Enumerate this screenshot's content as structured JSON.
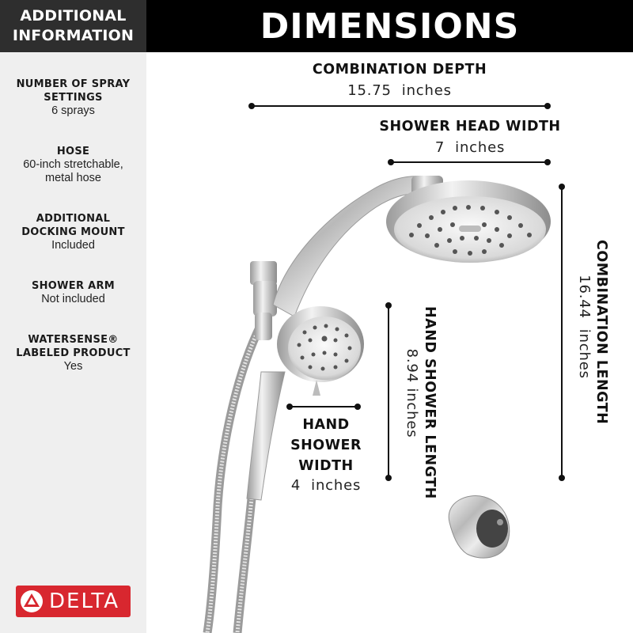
{
  "sidebar": {
    "header_line1": "ADDITIONAL",
    "header_line2": "INFORMATION",
    "specs": [
      {
        "label_lines": [
          "NUMBER OF SPRAY",
          "SETTINGS"
        ],
        "value_lines": [
          "6 sprays"
        ]
      },
      {
        "label_lines": [
          "HOSE"
        ],
        "value_lines": [
          "60-inch stretchable,",
          "metal hose"
        ]
      },
      {
        "label_lines": [
          "ADDITIONAL",
          "DOCKING MOUNT"
        ],
        "value_lines": [
          "Included"
        ]
      },
      {
        "label_lines": [
          "SHOWER ARM"
        ],
        "value_lines": [
          "Not included"
        ]
      },
      {
        "label_lines": [
          "WATERSENSE®",
          "LABELED PRODUCT"
        ],
        "value_lines": [
          "Yes"
        ]
      }
    ],
    "brand": "DELTA"
  },
  "main": {
    "title": "DIMENSIONS",
    "dimensions": {
      "combination_depth": {
        "label": "COMBINATION DEPTH",
        "value": "15.75  inches"
      },
      "shower_head_width": {
        "label": "SHOWER HEAD WIDTH",
        "value": "7  inches"
      },
      "combination_length": {
        "label": "COMBINATION LENGTH",
        "value": "16.44  inches"
      },
      "hand_shower_length": {
        "label": "HAND SHOWER LENGTH",
        "value": "8.94 inches"
      },
      "hand_shower_width": {
        "label_lines": [
          "HAND",
          "SHOWER",
          "WIDTH"
        ],
        "value": "4  inches"
      }
    }
  },
  "colors": {
    "brand_red": "#d8272f",
    "header_black": "#000000",
    "sidebar_bg": "#efefef"
  },
  "icons": [
    "delta-triangle-logo-icon"
  ]
}
